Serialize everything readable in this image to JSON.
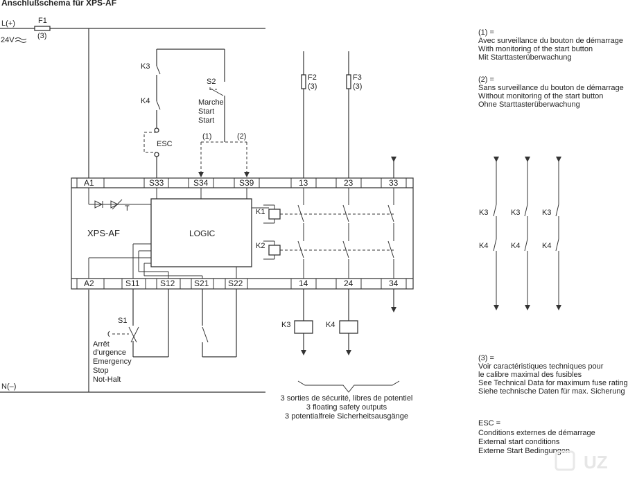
{
  "title": "Anschlußschema für XPS-AF",
  "supply": {
    "plus": "L(+)",
    "voltage": "24V",
    "minus": "N(–)",
    "fuse": "F1",
    "fuse_note": "(3)"
  },
  "fuses": [
    {
      "name": "F2",
      "note": "(3)"
    },
    {
      "name": "F3",
      "note": "(3)"
    }
  ],
  "contacts": {
    "k3": "K3",
    "k4": "K4",
    "esc": "ESC",
    "s2": "S2",
    "s2_fr": "Marche",
    "s2_en": "Start",
    "s2_de": "Start",
    "opt1": "(1)",
    "opt2": "(2)",
    "s1": "S1",
    "estop": [
      "Arrêt",
      "d'urgence",
      "Emergency",
      "Stop",
      "Not-Halt"
    ]
  },
  "module": {
    "name": "XPS-AF",
    "logic": "LOGIC",
    "relays": [
      "K1",
      "K2"
    ],
    "top_terminals": [
      "A1",
      "S33",
      "S34",
      "S39",
      "13",
      "23",
      "33"
    ],
    "bottom_terminals": [
      "A2",
      "S11",
      "S12",
      "S21",
      "S22",
      "14",
      "24",
      "34"
    ],
    "diode_tag": "T"
  },
  "outputs": {
    "coils": [
      "K3",
      "K4"
    ],
    "caption": [
      "3 sorties de sécurité, libres de potentiel",
      "3 floating safety outputs",
      "3 potentialfreie Sicherheitsausgänge"
    ]
  },
  "side_contacts": {
    "top": [
      "K3",
      "K3",
      "K3"
    ],
    "bottom": [
      "K4",
      "K4",
      "K4"
    ]
  },
  "notes": [
    {
      "key": "(1) =",
      "lines": [
        "Avec surveillance du bouton de démarrage",
        "With monitoring of the start button",
        "Mit Starttasterüberwachung"
      ]
    },
    {
      "key": "(2) =",
      "lines": [
        "Sans surveillance du bouton de démarrage",
        "Without monitoring of the start button",
        "Ohne Starttasterüberwachung"
      ]
    },
    {
      "key": "(3) =",
      "lines": [
        "Voir caractéristiques techniques pour",
        "le calibre maximal des fusibles",
        "See Technical Data for maximum fuse rating",
        "Siehe technische Daten für max. Sicherung"
      ]
    },
    {
      "key": "ESC =",
      "lines": [
        "Conditions externes de démarrage",
        "External start conditions",
        "Externe Start Bedingungen"
      ]
    }
  ],
  "watermark": "UZ"
}
